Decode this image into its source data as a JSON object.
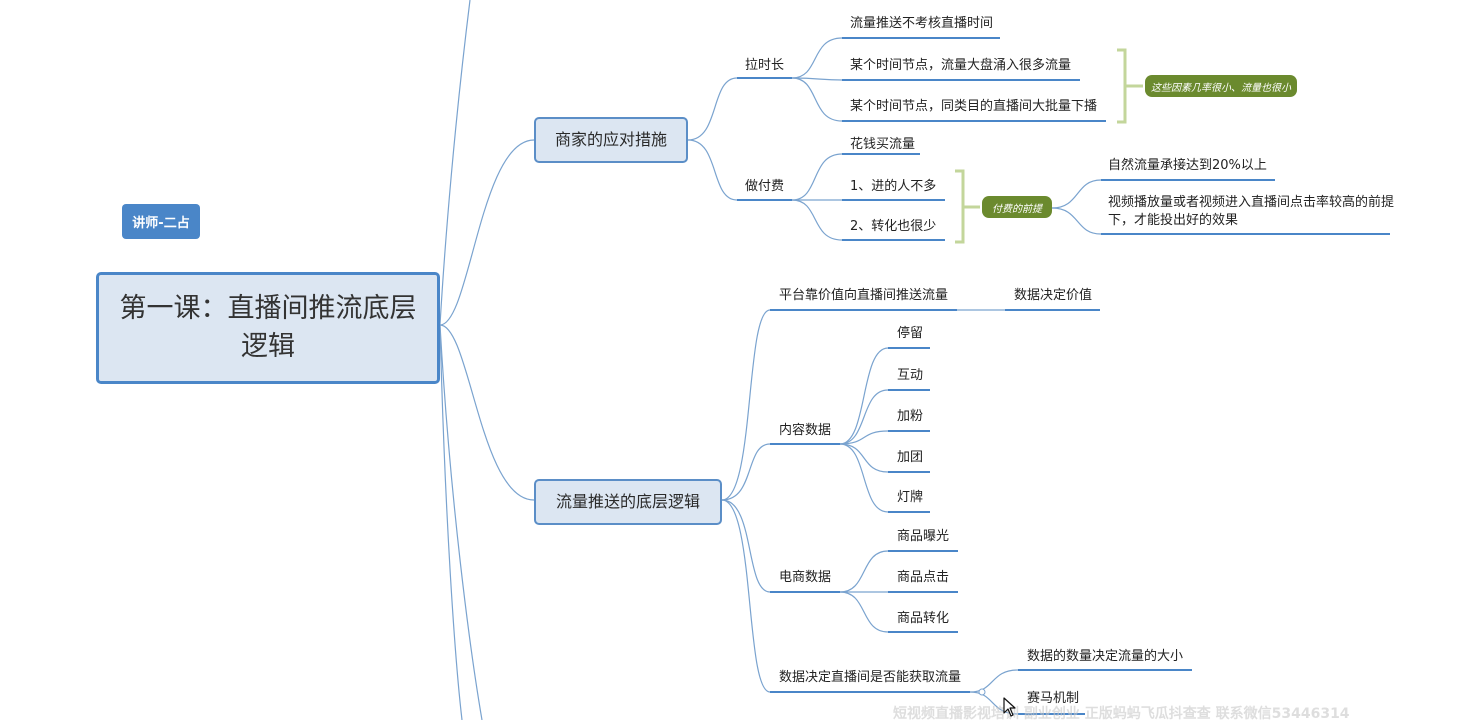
{
  "tag": "讲师-二占",
  "root": "第一课：直播间推流底层逻辑",
  "branch1": {
    "title": "商家的应对措施",
    "pull": {
      "label": "拉时长",
      "items": [
        "流量推送不考核直播时间",
        "某个时间节点，流量大盘涌入很多流量",
        "某个时间节点，同类目的直播间大批量下播"
      ],
      "note": "这些因素几率很小、流量也很小"
    },
    "paid": {
      "label": "做付费",
      "items": [
        "花钱买流量",
        "1、进的人不多",
        "2、转化也很少"
      ],
      "note": "付费的前提",
      "conditions": [
        "自然流量承接达到20%以上",
        "视频播放量或者视频进入直播间点击率较高的前提下，才能投出好的效果"
      ]
    }
  },
  "branch2": {
    "title": "流量推送的底层逻辑",
    "platform": {
      "label": "平台靠价值向直播间推送流量",
      "child": "数据决定价值"
    },
    "content": {
      "label": "内容数据",
      "items": [
        "停留",
        "互动",
        "加粉",
        "加团",
        "灯牌"
      ]
    },
    "ecom": {
      "label": "电商数据",
      "items": [
        "商品曝光",
        "商品点击",
        "商品转化"
      ]
    },
    "decide": {
      "label": "数据决定直播间是否能获取流量",
      "items": [
        "数据的数量决定流量的大小",
        "赛马机制"
      ]
    }
  },
  "watermark": "短视频直播影视培训 副业创业 正版蚂蚂飞瓜抖查查 联系微信53446314",
  "colors": {
    "line": "#7aa3cf",
    "underline": "#4a86c8",
    "note": "#6b8a2e",
    "bracket": "#c3d69b"
  }
}
